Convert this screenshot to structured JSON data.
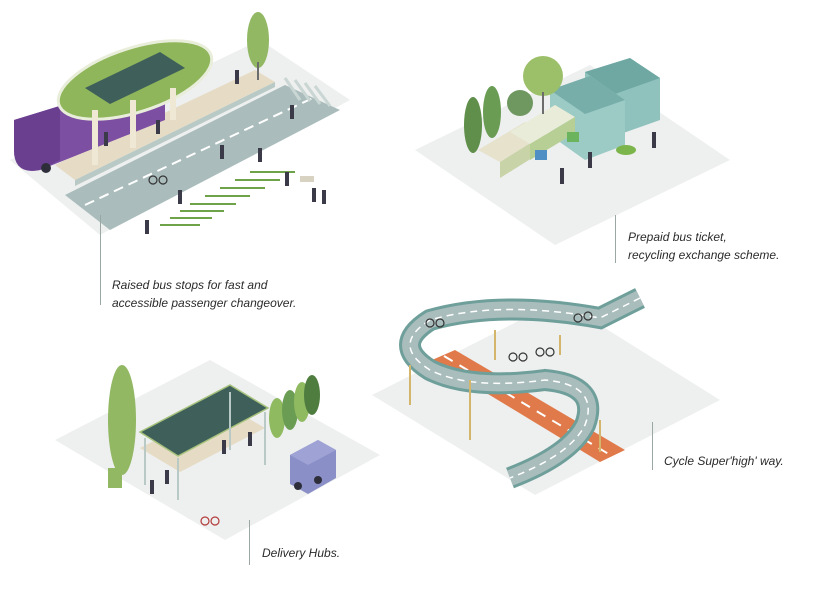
{
  "panels": [
    {
      "id": "bus-stop",
      "caption": "Raised bus stops for fast and\naccessible passenger changeover."
    },
    {
      "id": "ticket-exchange",
      "caption": "Prepaid bus ticket,\nrecycling exchange scheme."
    },
    {
      "id": "cycle-highway",
      "caption": "Cycle Super'high' way."
    },
    {
      "id": "delivery-hub",
      "caption": "Delivery Hubs."
    }
  ],
  "colors": {
    "ground": "#eeefef",
    "road": "#a9bdbd",
    "platform": "#e5dcc6",
    "canopy_green": "#8fb65a",
    "solar_dark": "#3f5f5a",
    "bus_purple": "#7d4fa3",
    "crossing_green": "#6fa34a",
    "teal_building": "#8fc2bd",
    "orange_lane": "#e07a4a",
    "lavender_van": "#8a8fc7",
    "tree_green": "#92b864"
  }
}
